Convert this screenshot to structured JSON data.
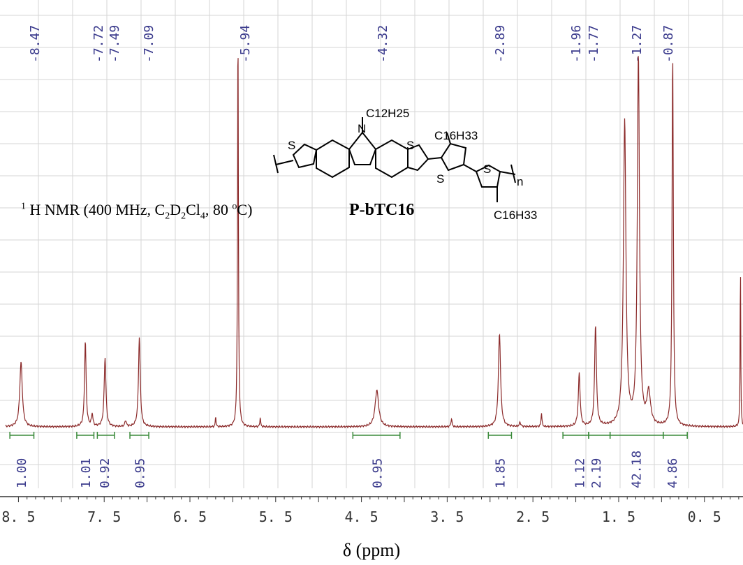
{
  "chart_data": {
    "type": "line",
    "title": "",
    "xlabel": "δ (ppm)",
    "ylabel": "",
    "xlim": [
      8.65,
      0.05
    ],
    "x_reversed": true,
    "ylim": [
      0,
      1.0
    ],
    "grid": true,
    "x_ticks": [
      "8.5",
      "7.5",
      "6.5",
      "5.5",
      "4.5",
      "3.5",
      "2.5",
      "1.5",
      "0.5"
    ],
    "x_tick_values": [
      8.5,
      7.5,
      6.5,
      5.5,
      4.5,
      3.5,
      2.5,
      1.5,
      0.5
    ],
    "peak_labels": [
      "8.47",
      "7.72",
      "7.49",
      "7.09",
      "5.94",
      "4.32",
      "2.89",
      "1.96",
      "1.77",
      "1.27",
      "0.87"
    ],
    "peak_positions": [
      8.47,
      7.72,
      7.49,
      7.09,
      5.94,
      4.32,
      2.89,
      1.96,
      1.77,
      1.27,
      0.87
    ],
    "series": [
      {
        "color": "#8b2a2a",
        "peaks": [
          {
            "ppm": 8.47,
            "height": 0.16,
            "width": 0.035
          },
          {
            "ppm": 7.72,
            "height": 0.21,
            "width": 0.022
          },
          {
            "ppm": 7.64,
            "height": 0.03,
            "width": 0.02
          },
          {
            "ppm": 7.49,
            "height": 0.17,
            "width": 0.025
          },
          {
            "ppm": 7.25,
            "height": 0.015,
            "width": 0.02
          },
          {
            "ppm": 7.09,
            "height": 0.22,
            "width": 0.025
          },
          {
            "ppm": 6.2,
            "height": 0.025,
            "width": 0.01
          },
          {
            "ppm": 5.94,
            "height": 1.0,
            "width": 0.012
          },
          {
            "ppm": 5.68,
            "height": 0.025,
            "width": 0.01
          },
          {
            "ppm": 4.32,
            "height": 0.09,
            "width": 0.05
          },
          {
            "ppm": 3.45,
            "height": 0.02,
            "width": 0.015
          },
          {
            "ppm": 2.89,
            "height": 0.23,
            "width": 0.03
          },
          {
            "ppm": 2.65,
            "height": 0.01,
            "width": 0.02
          },
          {
            "ppm": 2.4,
            "height": 0.035,
            "width": 0.012
          },
          {
            "ppm": 1.96,
            "height": 0.13,
            "width": 0.025
          },
          {
            "ppm": 1.77,
            "height": 0.25,
            "width": 0.025
          },
          {
            "ppm": 1.43,
            "height": 0.75,
            "width": 0.035
          },
          {
            "ppm": 1.27,
            "height": 0.91,
            "width": 0.03
          },
          {
            "ppm": 1.15,
            "height": 0.08,
            "width": 0.05
          },
          {
            "ppm": 0.87,
            "height": 0.92,
            "width": 0.018
          },
          {
            "ppm": 0.08,
            "height": 0.42,
            "width": 0.008
          }
        ]
      }
    ],
    "integrals": [
      {
        "label": "1.00",
        "from": 8.6,
        "to": 8.32,
        "center": 8.47
      },
      {
        "label": "1.01",
        "from": 7.82,
        "to": 7.62,
        "center": 7.72
      },
      {
        "label": "0.92",
        "from": 7.58,
        "to": 7.38,
        "center": 7.5
      },
      {
        "label": "0.95",
        "from": 7.2,
        "to": 6.98,
        "center": 7.09
      },
      {
        "label": "0.95",
        "from": 4.6,
        "to": 4.05,
        "center": 4.32
      },
      {
        "label": "1.85",
        "from": 3.02,
        "to": 2.75,
        "center": 2.89
      },
      {
        "label": "1.12",
        "from": 2.15,
        "to": 1.85,
        "center": 1.96
      },
      {
        "label": "2.19",
        "from": 1.85,
        "to": 1.6,
        "center": 1.77
      },
      {
        "label": "42.18",
        "from": 1.6,
        "to": 0.98,
        "center": 1.3
      },
      {
        "label": "4.86",
        "from": 0.98,
        "to": 0.7,
        "center": 0.88
      }
    ]
  },
  "annotation": {
    "nmr_prefix_sup": "1",
    "nmr_text_1": " H NMR (400 MHz, C",
    "nmr_sub_1": "2",
    "nmr_text_2": "D",
    "nmr_sub_2": "2",
    "nmr_text_3": "Cl",
    "nmr_sub_3": "4",
    "nmr_text_4": ", 80 ",
    "nmr_sup_2": "o",
    "nmr_text_5": "C)",
    "compound_name": "P-bTC16"
  },
  "structure_labels": {
    "n_label": "N",
    "c12": "C12H25",
    "c16_top": "C16H33",
    "c16_bottom": "C16H33",
    "s_label": "S",
    "n_repeat": "n"
  }
}
